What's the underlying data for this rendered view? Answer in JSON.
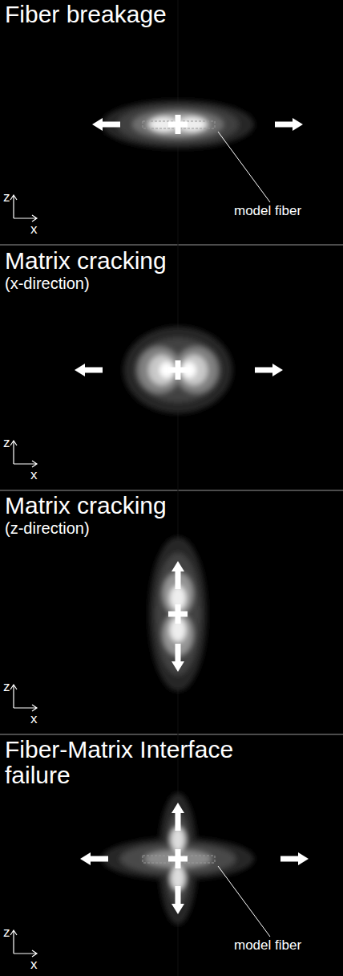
{
  "diagram": {
    "nodes": [
      {
        "text": [
          "Fiber breakage"
        ]
      },
      {
        "text": [
          "Matrix cracking",
          "(x-direction)"
        ]
      },
      {
        "text": [
          "Matrix cracking",
          "(z-direction)"
        ]
      },
      {
        "text": [
          "Fiber-Matrix Interface failure"
        ]
      }
    ],
    "labels": [
      "z",
      "x",
      "model fiber",
      "z",
      "x",
      "z",
      "x",
      "z",
      "x",
      "model fiber"
    ]
  }
}
